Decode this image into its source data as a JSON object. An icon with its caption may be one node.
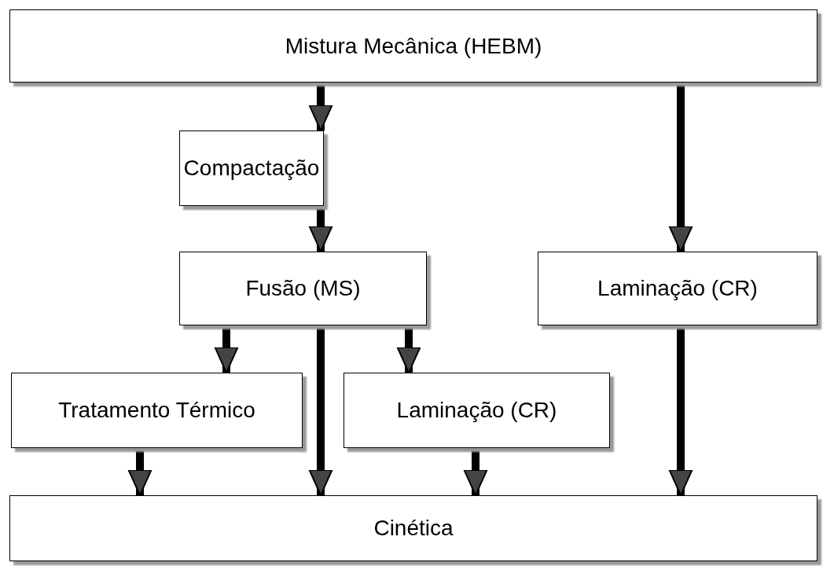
{
  "diagram": {
    "nodes": [
      {
        "text": [
          "Mistura Mecânica (HEBM)"
        ]
      },
      {
        "text": [
          "Compactação"
        ]
      },
      {
        "text": [
          "Fusão (MS)"
        ]
      },
      {
        "text": [
          "Laminação (CR)"
        ]
      },
      {
        "text": [
          "Tratamento Térmico"
        ]
      },
      {
        "text": [
          "Laminação (CR)"
        ]
      },
      {
        "text": [
          "Cinética"
        ]
      }
    ],
    "edges": [
      {
        "from": 0,
        "to": 1,
        "arrow": "to"
      },
      {
        "from": 0,
        "to": 3,
        "arrow": "to"
      },
      {
        "from": 1,
        "to": 2,
        "arrow": "to"
      },
      {
        "from": 2,
        "to": 4,
        "arrow": "to"
      },
      {
        "from": 2,
        "to": 6,
        "arrow": "to"
      },
      {
        "from": 2,
        "to": 5,
        "arrow": "to"
      },
      {
        "from": 3,
        "to": 6,
        "arrow": "to"
      },
      {
        "from": 4,
        "to": 6,
        "arrow": "to"
      },
      {
        "from": 5,
        "to": 6,
        "arrow": "to"
      }
    ]
  }
}
